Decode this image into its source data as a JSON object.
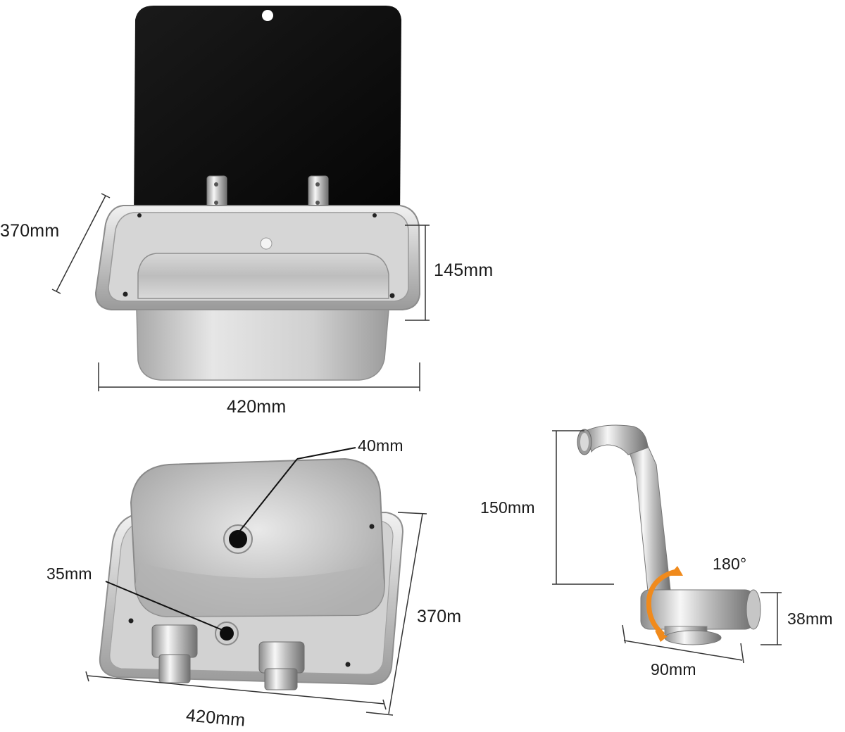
{
  "dimensions": {
    "top_sink": {
      "depth_diagonal": "370mm",
      "height": "145mm",
      "width": "420mm"
    },
    "bottom_sink": {
      "drain_hole": "40mm",
      "overflow_hole": "35mm",
      "depth_diagonal": "370m",
      "width": "420mm"
    },
    "faucet": {
      "height": "150mm",
      "rotation": "180°",
      "base_height": "38mm",
      "base_width": "90mm"
    }
  },
  "colors": {
    "lid": "#0d0d0d",
    "steel_light": "#e8e8e8",
    "steel_mid": "#b9b9b9",
    "steel_dark": "#7d7d7d",
    "rotation_arrow": "#f08a1c",
    "dimension_line": "#333333"
  }
}
